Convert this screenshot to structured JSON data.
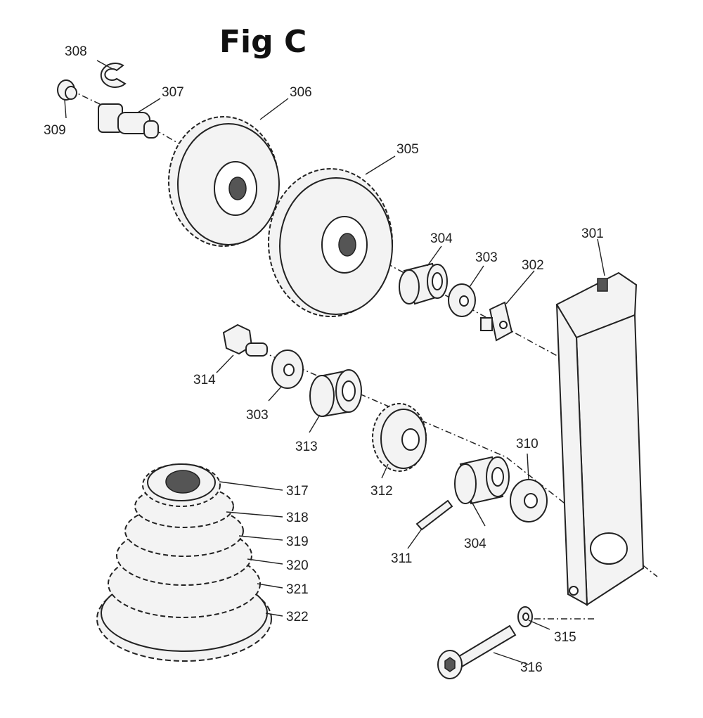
{
  "figure": {
    "title": "Fig C",
    "callouts": {
      "p301": "301",
      "p302": "302",
      "p303a": "303",
      "p303b": "303",
      "p304a": "304",
      "p304b": "304",
      "p305": "305",
      "p306": "306",
      "p307": "307",
      "p308": "308",
      "p309": "309",
      "p310": "310",
      "p311": "311",
      "p312": "312",
      "p313": "313",
      "p314": "314",
      "p315": "315",
      "p316": "316",
      "p317": "317",
      "p318": "318",
      "p319": "319",
      "p320": "320",
      "p321": "321",
      "p322": "322"
    }
  }
}
